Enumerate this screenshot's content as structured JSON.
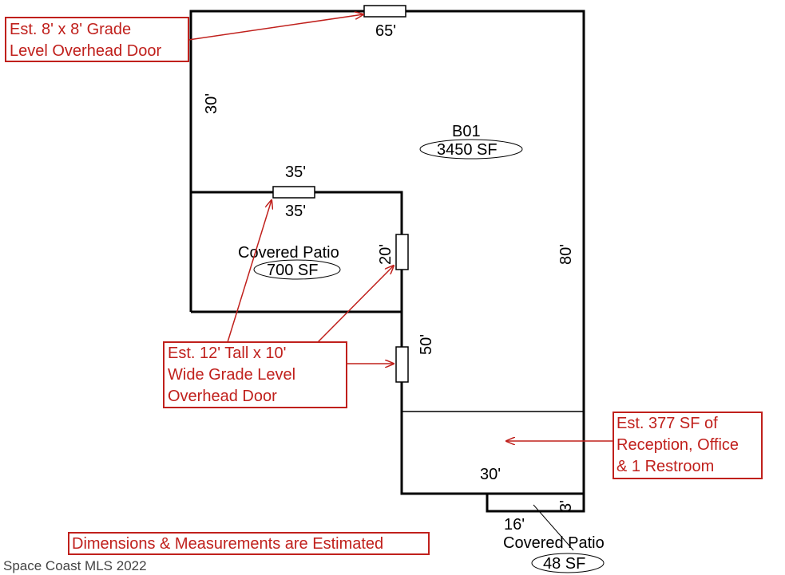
{
  "rooms": {
    "main": {
      "name": "B01",
      "area": "3450 SF"
    },
    "covered_patio": {
      "name": "Covered Patio",
      "area": "700 SF"
    },
    "small_patio": {
      "name": "Covered Patio",
      "area": "48 SF"
    }
  },
  "dimensions": {
    "top": "65'",
    "left_upper": "30'",
    "patio_top_outer": "35'",
    "patio_top_inner": "35'",
    "patio_right": "20'",
    "right": "80'",
    "middle_left": "50'",
    "bottom": "30'",
    "small_patio_depth": "3'",
    "small_patio_width": "16'"
  },
  "callouts": {
    "door_top": [
      "Est. 8' x 8' Grade",
      "Level Overhead Door"
    ],
    "door_side": [
      "Est. 12' Tall x 10'",
      "Wide Grade Level",
      "Overhead Door"
    ],
    "reception": [
      "Est. 377 SF of",
      "Reception, Office",
      "& 1 Restroom"
    ],
    "disclaimer": "Dimensions & Measurements are Estimated"
  },
  "watermark": "Space Coast MLS 2022",
  "colors": {
    "annotation": "#c0201c",
    "walls": "#000000"
  }
}
